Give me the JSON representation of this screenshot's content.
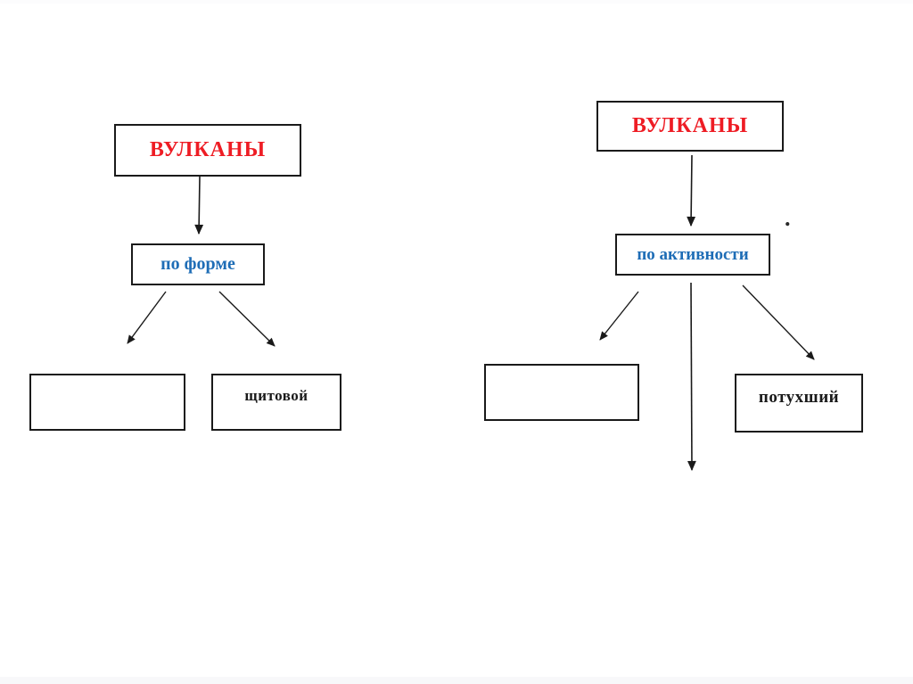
{
  "page": {
    "background": "#ffffff",
    "description_text": ""
  },
  "colors": {
    "title_red": "#ee1c24",
    "category_blue": "#1e6db6",
    "box_border": "#1a1a1a",
    "child_text": "#1a1a1a",
    "arrow": "#1a1a1a"
  },
  "diagrams": [
    {
      "id": "volcanoes-by-shape",
      "title": "ВУЛКАНЫ",
      "category": "по форме",
      "children": [
        "",
        "щитовой"
      ]
    },
    {
      "id": "volcanoes-by-activity",
      "title": "ВУЛКАНЫ",
      "category": "по активности",
      "children": [
        "",
        "",
        "потухший"
      ]
    }
  ],
  "stray_mark": {
    "glyph": "."
  }
}
